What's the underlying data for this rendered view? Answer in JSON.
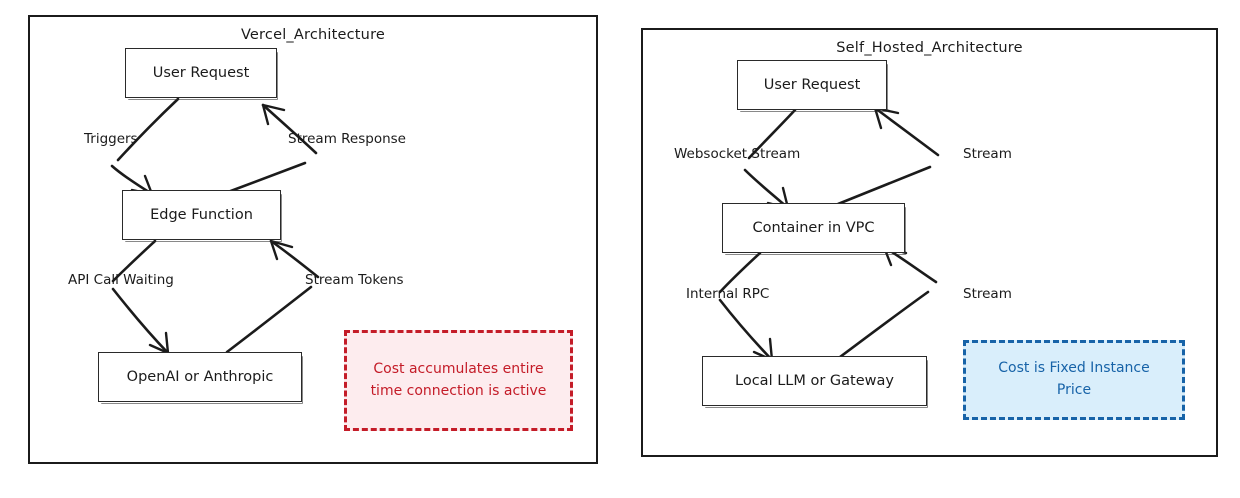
{
  "diagram": {
    "style": "hand-drawn",
    "colors": {
      "stroke": "#1b1b1b",
      "note_red_text": "#c41c28",
      "note_red_fill": "#fdecee",
      "note_blue_text": "#1763a8",
      "note_blue_fill": "#d9eefb"
    }
  },
  "panels": [
    {
      "id": "vercel",
      "title": "Vercel_Architecture",
      "nodes": [
        {
          "id": "user_request",
          "label": "User Request"
        },
        {
          "id": "edge_function",
          "label": "Edge Function"
        },
        {
          "id": "provider",
          "label": "OpenAI or Anthropic"
        }
      ],
      "edges": [
        {
          "from": "user_request",
          "to": "edge_function",
          "label": "Triggers"
        },
        {
          "from": "edge_function",
          "to": "user_request",
          "label": "Stream Response"
        },
        {
          "from": "edge_function",
          "to": "provider",
          "label": "API Call Waiting"
        },
        {
          "from": "provider",
          "to": "edge_function",
          "label": "Stream Tokens"
        }
      ],
      "note": {
        "text": "Cost accumulates entire time connection is active",
        "variant": "warning-red"
      }
    },
    {
      "id": "self_hosted",
      "title": "Self_Hosted_Architecture",
      "nodes": [
        {
          "id": "user_request",
          "label": "User Request"
        },
        {
          "id": "container",
          "label": "Container in VPC"
        },
        {
          "id": "llm",
          "label": "Local LLM or Gateway"
        }
      ],
      "edges": [
        {
          "from": "user_request",
          "to": "container",
          "label": "Websocket Stream"
        },
        {
          "from": "container",
          "to": "user_request",
          "label": "Stream"
        },
        {
          "from": "container",
          "to": "llm",
          "label": "Internal RPC"
        },
        {
          "from": "llm",
          "to": "container",
          "label": "Stream"
        }
      ],
      "note": {
        "text": "Cost is Fixed Instance Price",
        "variant": "info-blue"
      }
    }
  ]
}
